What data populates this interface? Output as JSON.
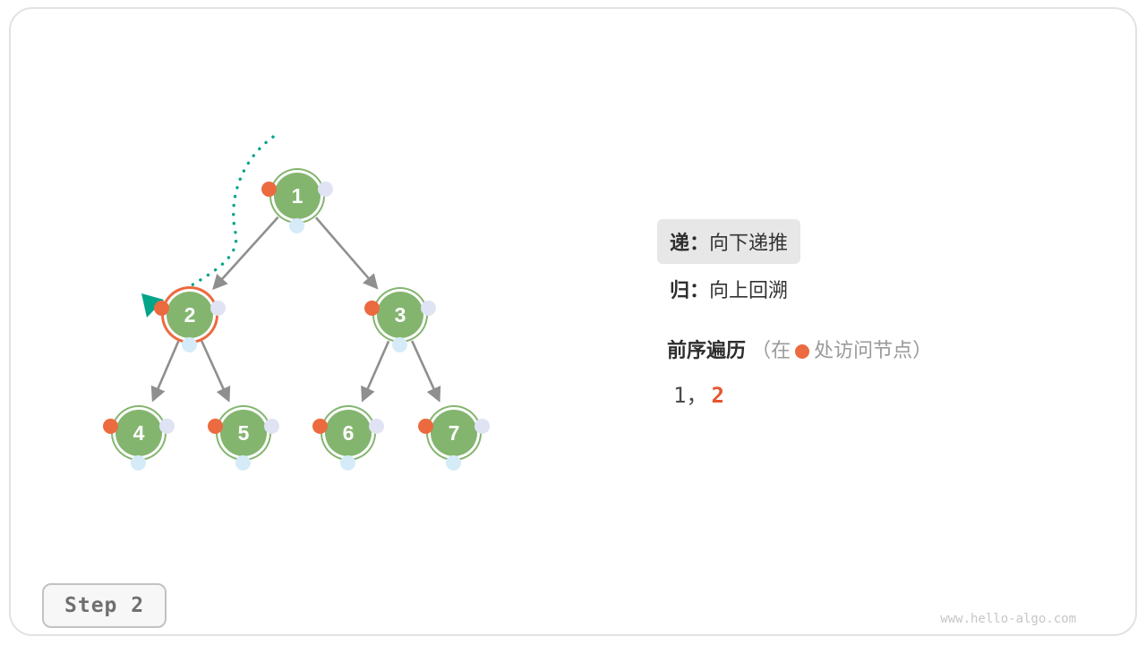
{
  "tree": {
    "nodes": [
      {
        "label": "1"
      },
      {
        "label": "2"
      },
      {
        "label": "3"
      },
      {
        "label": "4"
      },
      {
        "label": "5"
      },
      {
        "label": "6"
      },
      {
        "label": "7"
      }
    ],
    "edges": [
      "1-2",
      "1-3",
      "2-4",
      "2-5",
      "3-6",
      "3-7"
    ],
    "current_node": "2",
    "visited_order": [
      "1",
      "2"
    ]
  },
  "legend": {
    "recurse_label": "递：",
    "recurse_text": "向下递推",
    "return_label": "归：",
    "return_text": "向上回溯",
    "traversal_title": "前序遍历",
    "traversal_note_pre": "（在",
    "traversal_note_post": "处访问节点）"
  },
  "sequence": {
    "visited": "1，",
    "current": "2"
  },
  "step_label": "Step 2",
  "watermark": "www.hello-algo.com",
  "colors": {
    "node_green": "#84b56f",
    "visit_orange": "#ec6a3f",
    "in_dot_lavender": "#dfe3f4",
    "post_dot_blue": "#d5ebf8",
    "edge_gray": "#8f8f8f",
    "recursion_teal": "#00a489",
    "sequence_orange": "#e8552e"
  }
}
